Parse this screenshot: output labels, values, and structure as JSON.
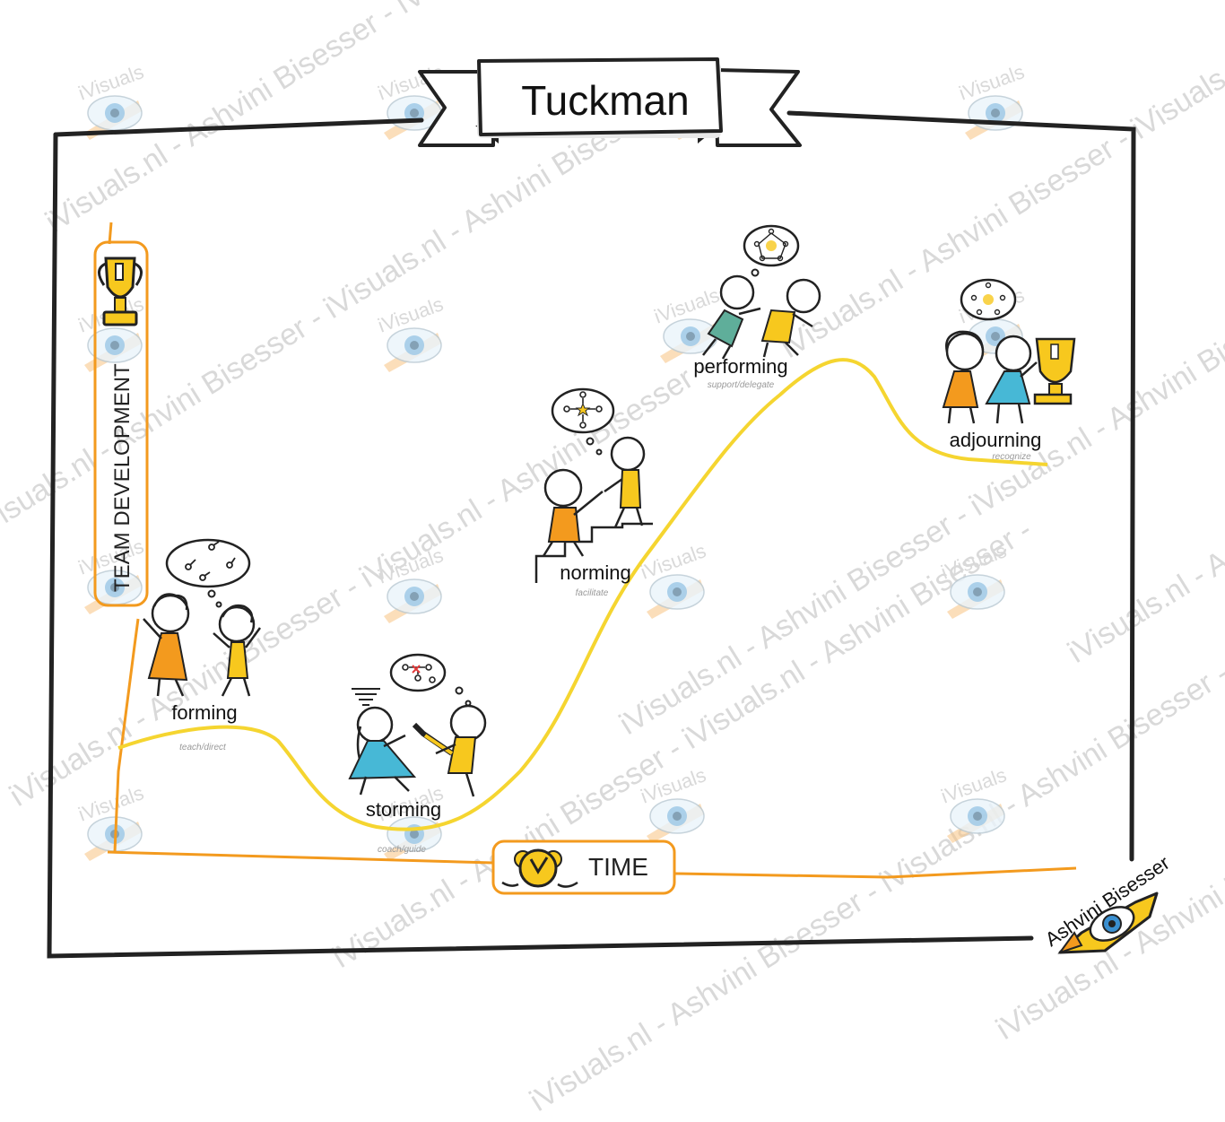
{
  "title": "Tuckman",
  "y_axis_label": "TEAM DEVELOPMENT",
  "x_axis_label": "TIME",
  "stages": [
    {
      "name": "forming",
      "style": "teach/direct"
    },
    {
      "name": "storming",
      "style": "coach/guide"
    },
    {
      "name": "norming",
      "style": "facilitate"
    },
    {
      "name": "performing",
      "style": "support/delegate"
    },
    {
      "name": "adjourning",
      "style": "recognize"
    }
  ],
  "signature": "Ashvini Bisesser",
  "watermark": {
    "text": "iVisuals.nl - Ashvini Bisesser - iVisuals.nl - Ashvini Bisesser -",
    "logo_text": "iVisuals"
  },
  "icons": [
    "trophy-icon",
    "alarm-clock-icon",
    "eye-pencil-logo-icon"
  ],
  "colors": {
    "frame": "#222222",
    "axis": "#f39a1e",
    "curve": "#f5d530",
    "orange_figure": "#f39a1e",
    "yellow_figure": "#f7c81e",
    "blue_figure": "#47b8d6",
    "eye": "#3a8fd0"
  }
}
